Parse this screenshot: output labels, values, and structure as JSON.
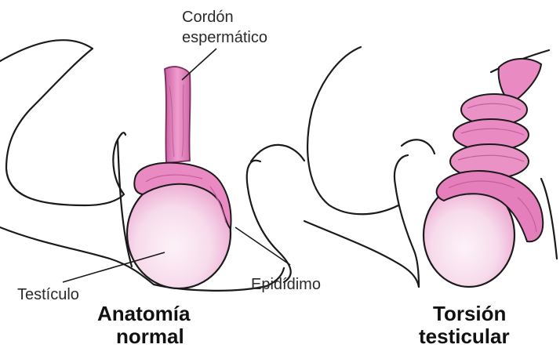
{
  "labels": {
    "spermatic_cord": [
      "Cordón",
      "espermático"
    ],
    "testicle": "Testículo",
    "epididymis": "Epidídimo"
  },
  "captions": {
    "normal": [
      "Anatomía",
      "normal"
    ],
    "torsion": [
      "Torsión",
      "testicular"
    ]
  },
  "colors": {
    "tissue_pink": "#e98ac2",
    "tissue_light": "#f7dcec",
    "tissue_dark": "#c45e9c",
    "outline": "#1a1a1a"
  }
}
